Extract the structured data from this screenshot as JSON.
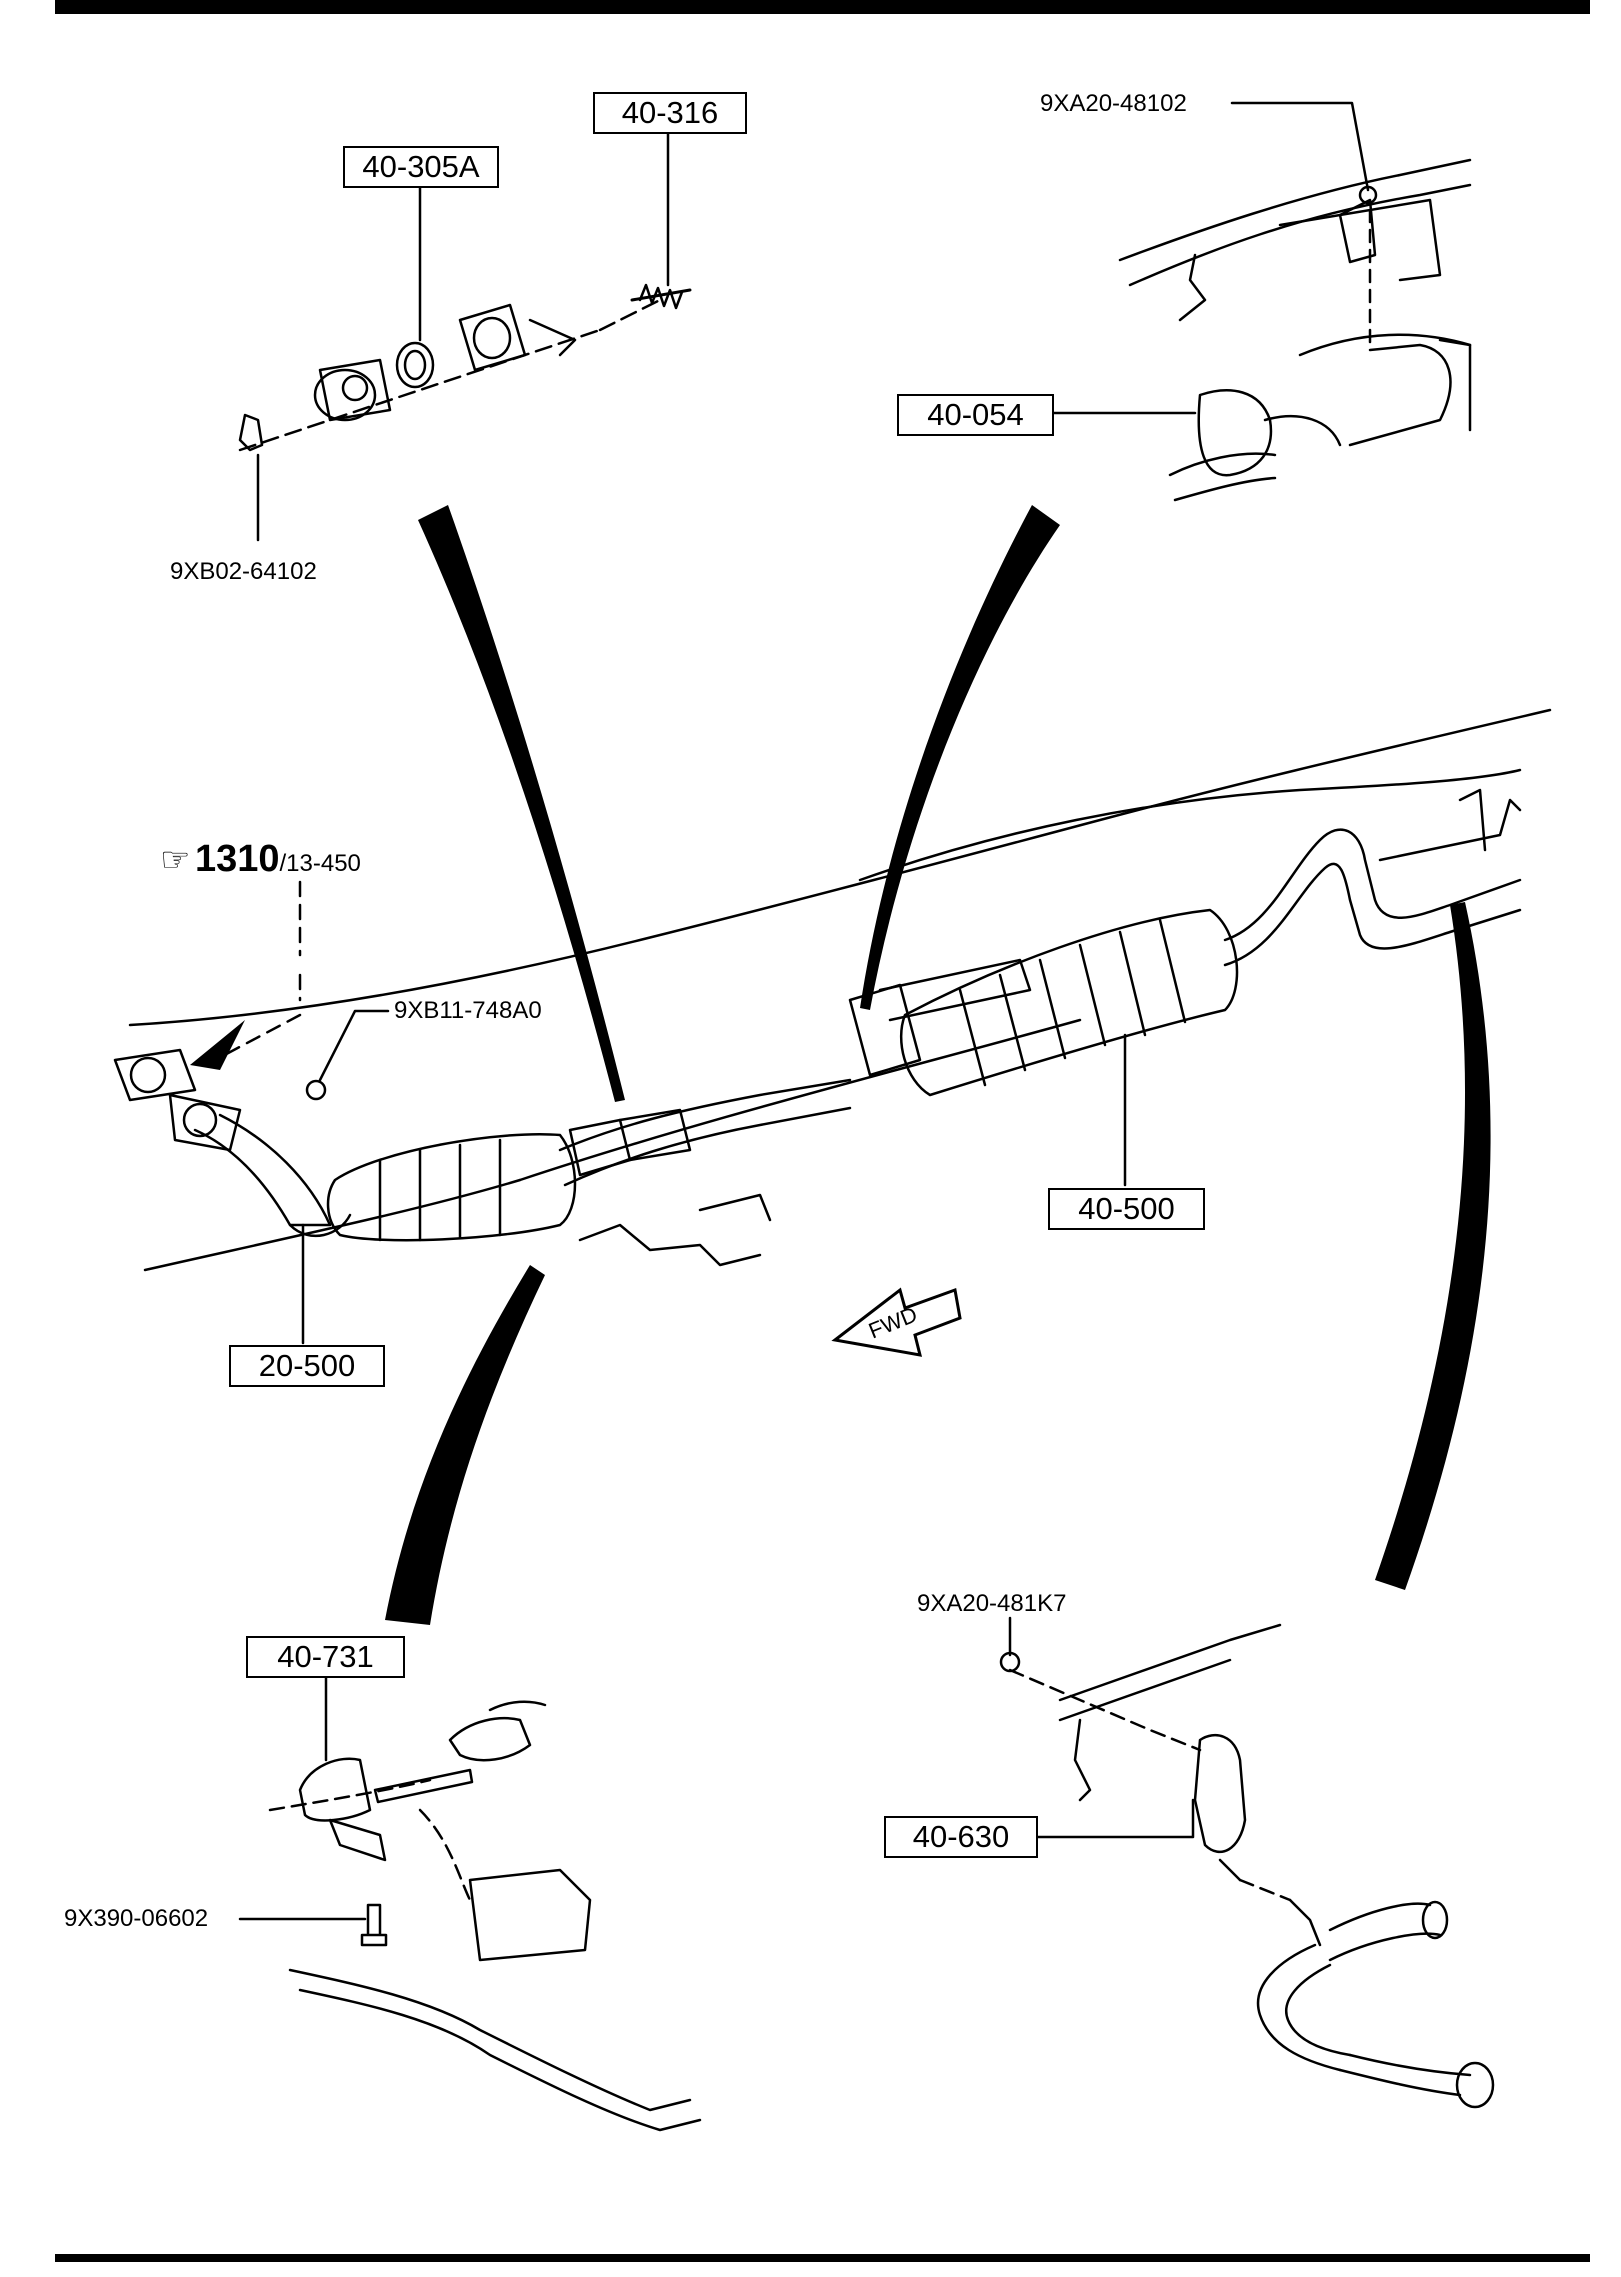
{
  "parts": {
    "p40_316": "40-316",
    "p40_305a": "40-305A",
    "p40_054": "40-054",
    "p40_500": "40-500",
    "p20_500": "20-500",
    "p40_731": "40-731",
    "p40_630": "40-630"
  },
  "fasteners": {
    "f9xa20_48102": "9XA20-48102",
    "f9xb02_64102": "9XB02-64102",
    "f9xb11_748a0": "9XB11-748A0",
    "f9xa20_481k7": "9XA20-481K7",
    "f9x390_06602": "9X390-06602"
  },
  "reference": {
    "hand_icon": "pointing-hand-icon",
    "section": "1310",
    "subsection": "/13-450"
  },
  "direction": {
    "label": "FWD",
    "icon": "forward-arrow-icon"
  }
}
